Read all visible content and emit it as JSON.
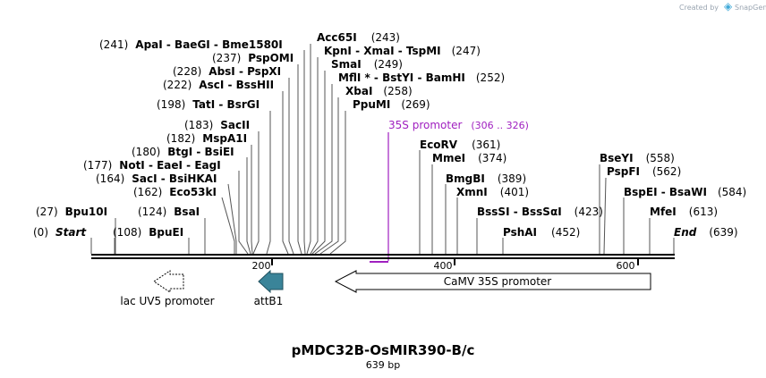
{
  "watermark": {
    "prefix": "Created by",
    "brand": "SnapGene"
  },
  "title": "pMDC32B-OsMIR390-B/c",
  "subtitle": "639 bp",
  "ruler": {
    "ticks": [
      "200",
      "400",
      "600"
    ]
  },
  "sites": [
    {
      "pos": "(241)",
      "name": "ApaI  - BaeGI  - Bme1580I"
    },
    {
      "pos": "(237)",
      "name": "PspOMI"
    },
    {
      "pos": "(228)",
      "name": "AbsI  - PspXI"
    },
    {
      "pos": "(222)",
      "name": "AscI  - BssHII"
    },
    {
      "pos": "(198)",
      "name": "TatI  - BsrGI"
    },
    {
      "pos": "(183)",
      "name": "SacII"
    },
    {
      "pos": "(182)",
      "name": "MspA1I"
    },
    {
      "pos": "(180)",
      "name": "BtgI  - BsiEI"
    },
    {
      "pos": "(177)",
      "name": "NotI  - EaeI  - EagI"
    },
    {
      "pos": "(164)",
      "name": "SacI  - BsiHKAI"
    },
    {
      "pos": "(162)",
      "name": "Eco53kI"
    },
    {
      "pos": "(27)",
      "name": "Bpu10I"
    },
    {
      "pos": "(124)",
      "name": "BsaI"
    },
    {
      "pos": "(0)",
      "name": "Start"
    },
    {
      "pos": "(108)",
      "name": "BpuEI"
    },
    {
      "pos": "(243)",
      "name": "Acc65I"
    },
    {
      "pos": "(247)",
      "name": "KpnI  - XmaI  - TspMI"
    },
    {
      "pos": "(249)",
      "name": "SmaI"
    },
    {
      "pos": "(252)",
      "name": "MflI *  - BstYI  - BamHI"
    },
    {
      "pos": "(258)",
      "name": "XbaI"
    },
    {
      "pos": "(269)",
      "name": "PpuMI"
    },
    {
      "pos": "(361)",
      "name": "EcoRV"
    },
    {
      "pos": "(374)",
      "name": "MmeI"
    },
    {
      "pos": "(389)",
      "name": "BmgBI"
    },
    {
      "pos": "(401)",
      "name": "XmnI"
    },
    {
      "pos": "(423)",
      "name": "BssSI  - BssSαI"
    },
    {
      "pos": "(452)",
      "name": "PshAI"
    },
    {
      "pos": "(558)",
      "name": "BseYI"
    },
    {
      "pos": "(562)",
      "name": "PspFI"
    },
    {
      "pos": "(584)",
      "name": "BspEI  - BsaWI"
    },
    {
      "pos": "(613)",
      "name": "MfeI"
    },
    {
      "pos": "(639)",
      "name": "End"
    }
  ],
  "promoter_site": {
    "name": "35S promoter",
    "range": "(306 .. 326)"
  },
  "features": [
    {
      "name": "lac UV5 promoter"
    },
    {
      "name": "attB1"
    },
    {
      "name": "CaMV 35S promoter"
    }
  ],
  "colors": {
    "promoter_site": "#a020c0",
    "attB1": "#3a8499",
    "watermark_brand": "#3fa9d8"
  }
}
